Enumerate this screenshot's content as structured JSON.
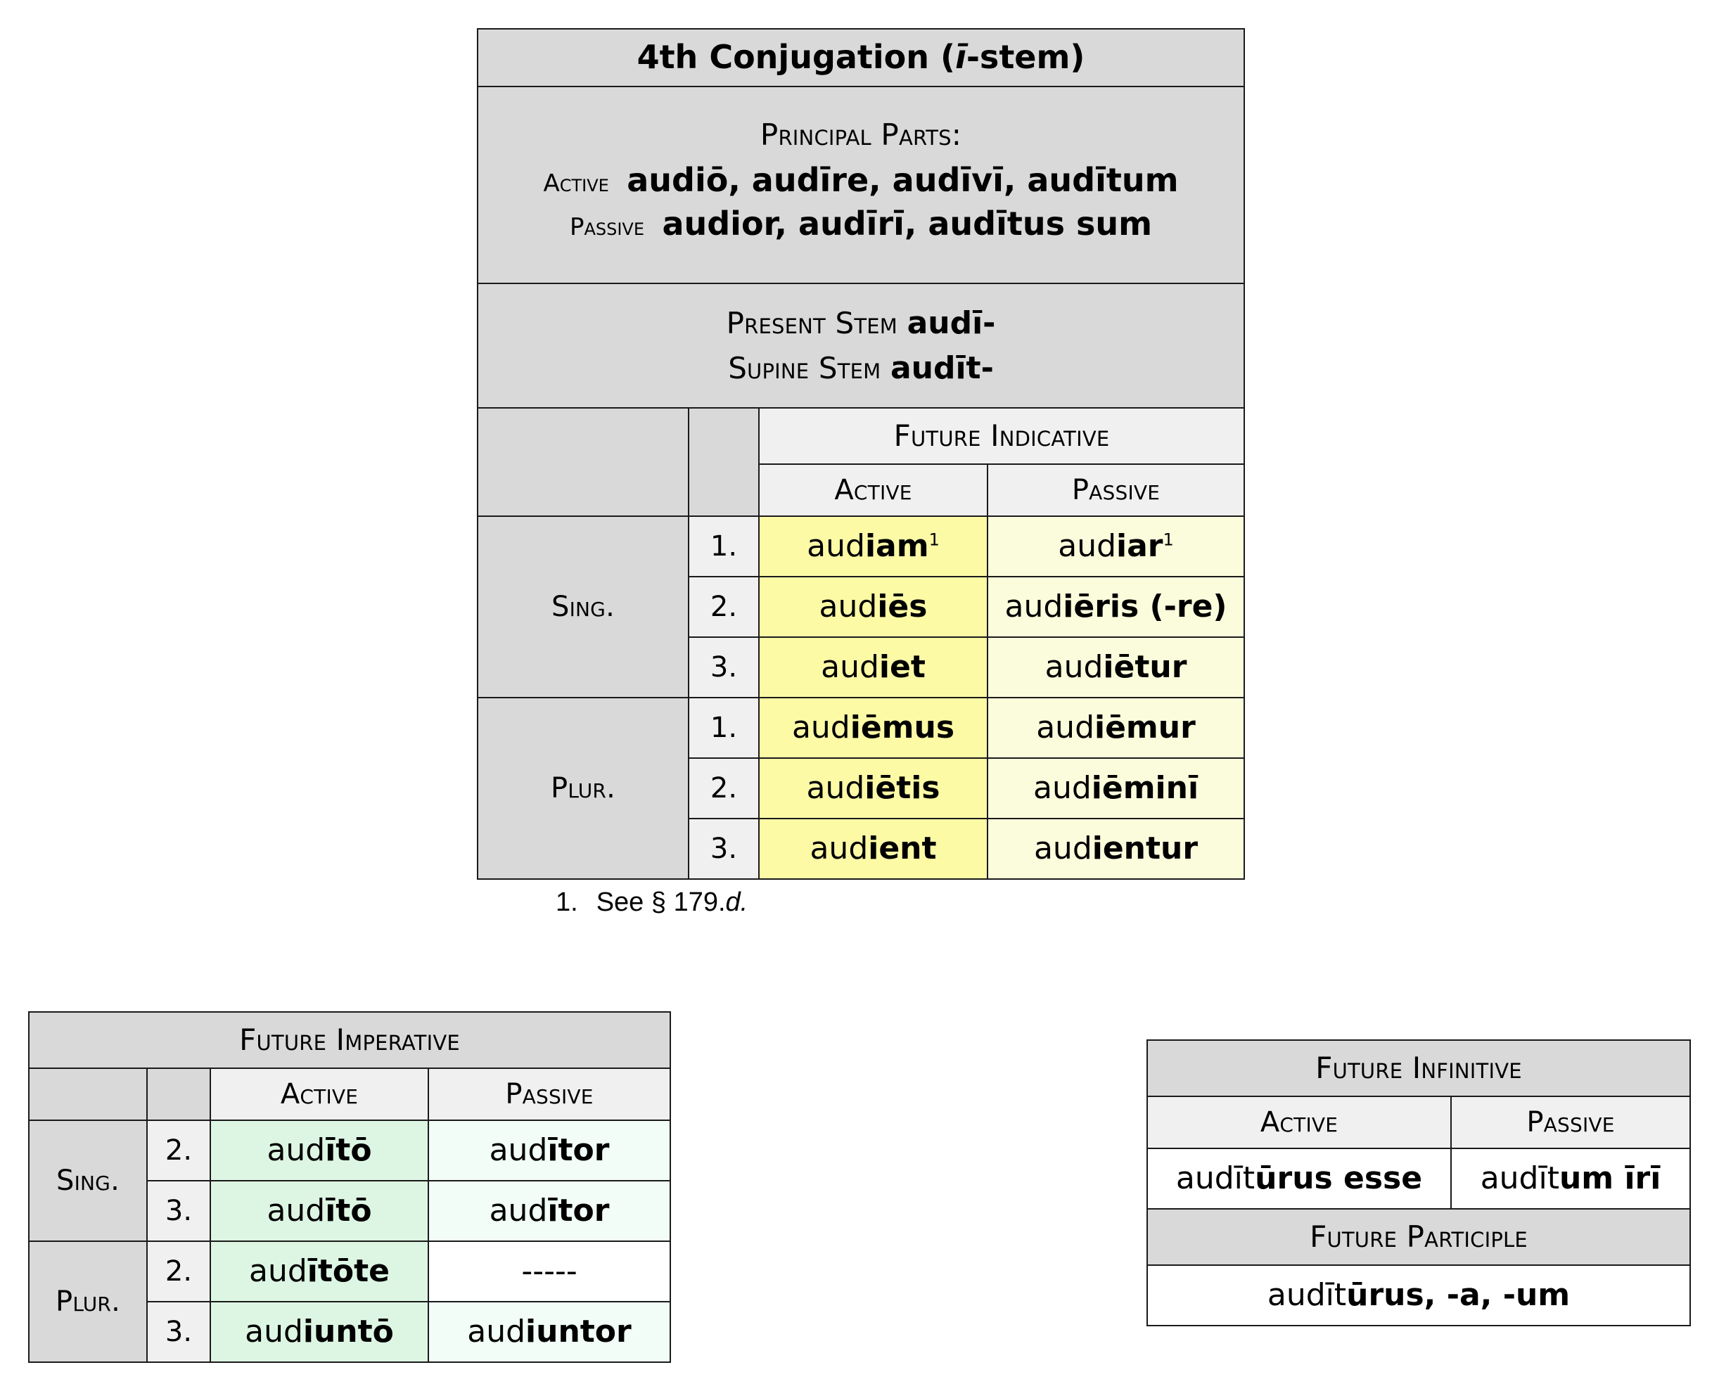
{
  "indicative": {
    "title_prefix": "4th Conjugation (",
    "title_stem": "ī",
    "title_suffix": "-stem)",
    "principal_parts": {
      "heading": "Principal Parts:",
      "active_label": "Active",
      "active_forms": "audiō, audīre, audīvī, audītum",
      "passive_label": "Passive",
      "passive_forms": "audior, audīrī, audītus sum"
    },
    "stems": {
      "present_label": "Present Stem ",
      "present_value": "audī-",
      "supine_label": "Supine Stem ",
      "supine_value": "audīt-"
    },
    "section_header": "Future Indicative",
    "col_active": "Active",
    "col_passive": "Passive",
    "group_singular": "Sing.",
    "group_plural": "Plur.",
    "rows": [
      {
        "number": "1.",
        "active_stem": "aud",
        "active_end": "iam",
        "active_sup": "1",
        "passive_stem": "aud",
        "passive_end": "iar",
        "passive_sup": "1"
      },
      {
        "number": "2.",
        "active_stem": "aud",
        "active_end": "iēs",
        "active_sup": "",
        "passive_stem": "aud",
        "passive_end": "iēris (-re)",
        "passive_sup": ""
      },
      {
        "number": "3.",
        "active_stem": "aud",
        "active_end": "iet",
        "active_sup": "",
        "passive_stem": "aud",
        "passive_end": "iētur",
        "passive_sup": ""
      },
      {
        "number": "1.",
        "active_stem": "aud",
        "active_end": "iēmus",
        "active_sup": "",
        "passive_stem": "aud",
        "passive_end": "iēmur",
        "passive_sup": ""
      },
      {
        "number": "2.",
        "active_stem": "aud",
        "active_end": "iētis",
        "active_sup": "",
        "passive_stem": "aud",
        "passive_end": "iēminī",
        "passive_sup": ""
      },
      {
        "number": "3.",
        "active_stem": "aud",
        "active_end": "ient",
        "active_sup": "",
        "passive_stem": "aud",
        "passive_end": "ientur",
        "passive_sup": ""
      }
    ]
  },
  "footnote": {
    "marker": "1.",
    "text": "See § 179.",
    "italic_tail": "d."
  },
  "imperative": {
    "section_header": "Future Imperative",
    "col_active": "Active",
    "col_passive": "Passive",
    "group_singular": "Sing.",
    "group_plural": "Plur.",
    "rows": [
      {
        "number": "2.",
        "active_stem": "aud",
        "active_end": "ītō",
        "passive_stem": "aud",
        "passive_end": "ītor",
        "passive_dash": false
      },
      {
        "number": "3.",
        "active_stem": "aud",
        "active_end": "ītō",
        "passive_stem": "aud",
        "passive_end": "ītor",
        "passive_dash": false
      },
      {
        "number": "2.",
        "active_stem": "aud",
        "active_end": "ītōte",
        "passive_stem": "",
        "passive_end": "",
        "passive_dash": true,
        "passive_dash_text": "-----"
      },
      {
        "number": "3.",
        "active_stem": "aud",
        "active_end": "iuntō",
        "passive_stem": "aud",
        "passive_end": "iuntor",
        "passive_dash": false
      }
    ]
  },
  "infinitive": {
    "section_header": "Future Infinitive",
    "col_active": "Active",
    "col_passive": "Passive",
    "active_stem": "audīt",
    "active_end": "ūrus esse",
    "passive_stem": "audīt",
    "passive_end": "um īrī",
    "participle_header": "Future Participle",
    "participle_stem": "audīt",
    "participle_end": "ūrus, -a, -um"
  }
}
